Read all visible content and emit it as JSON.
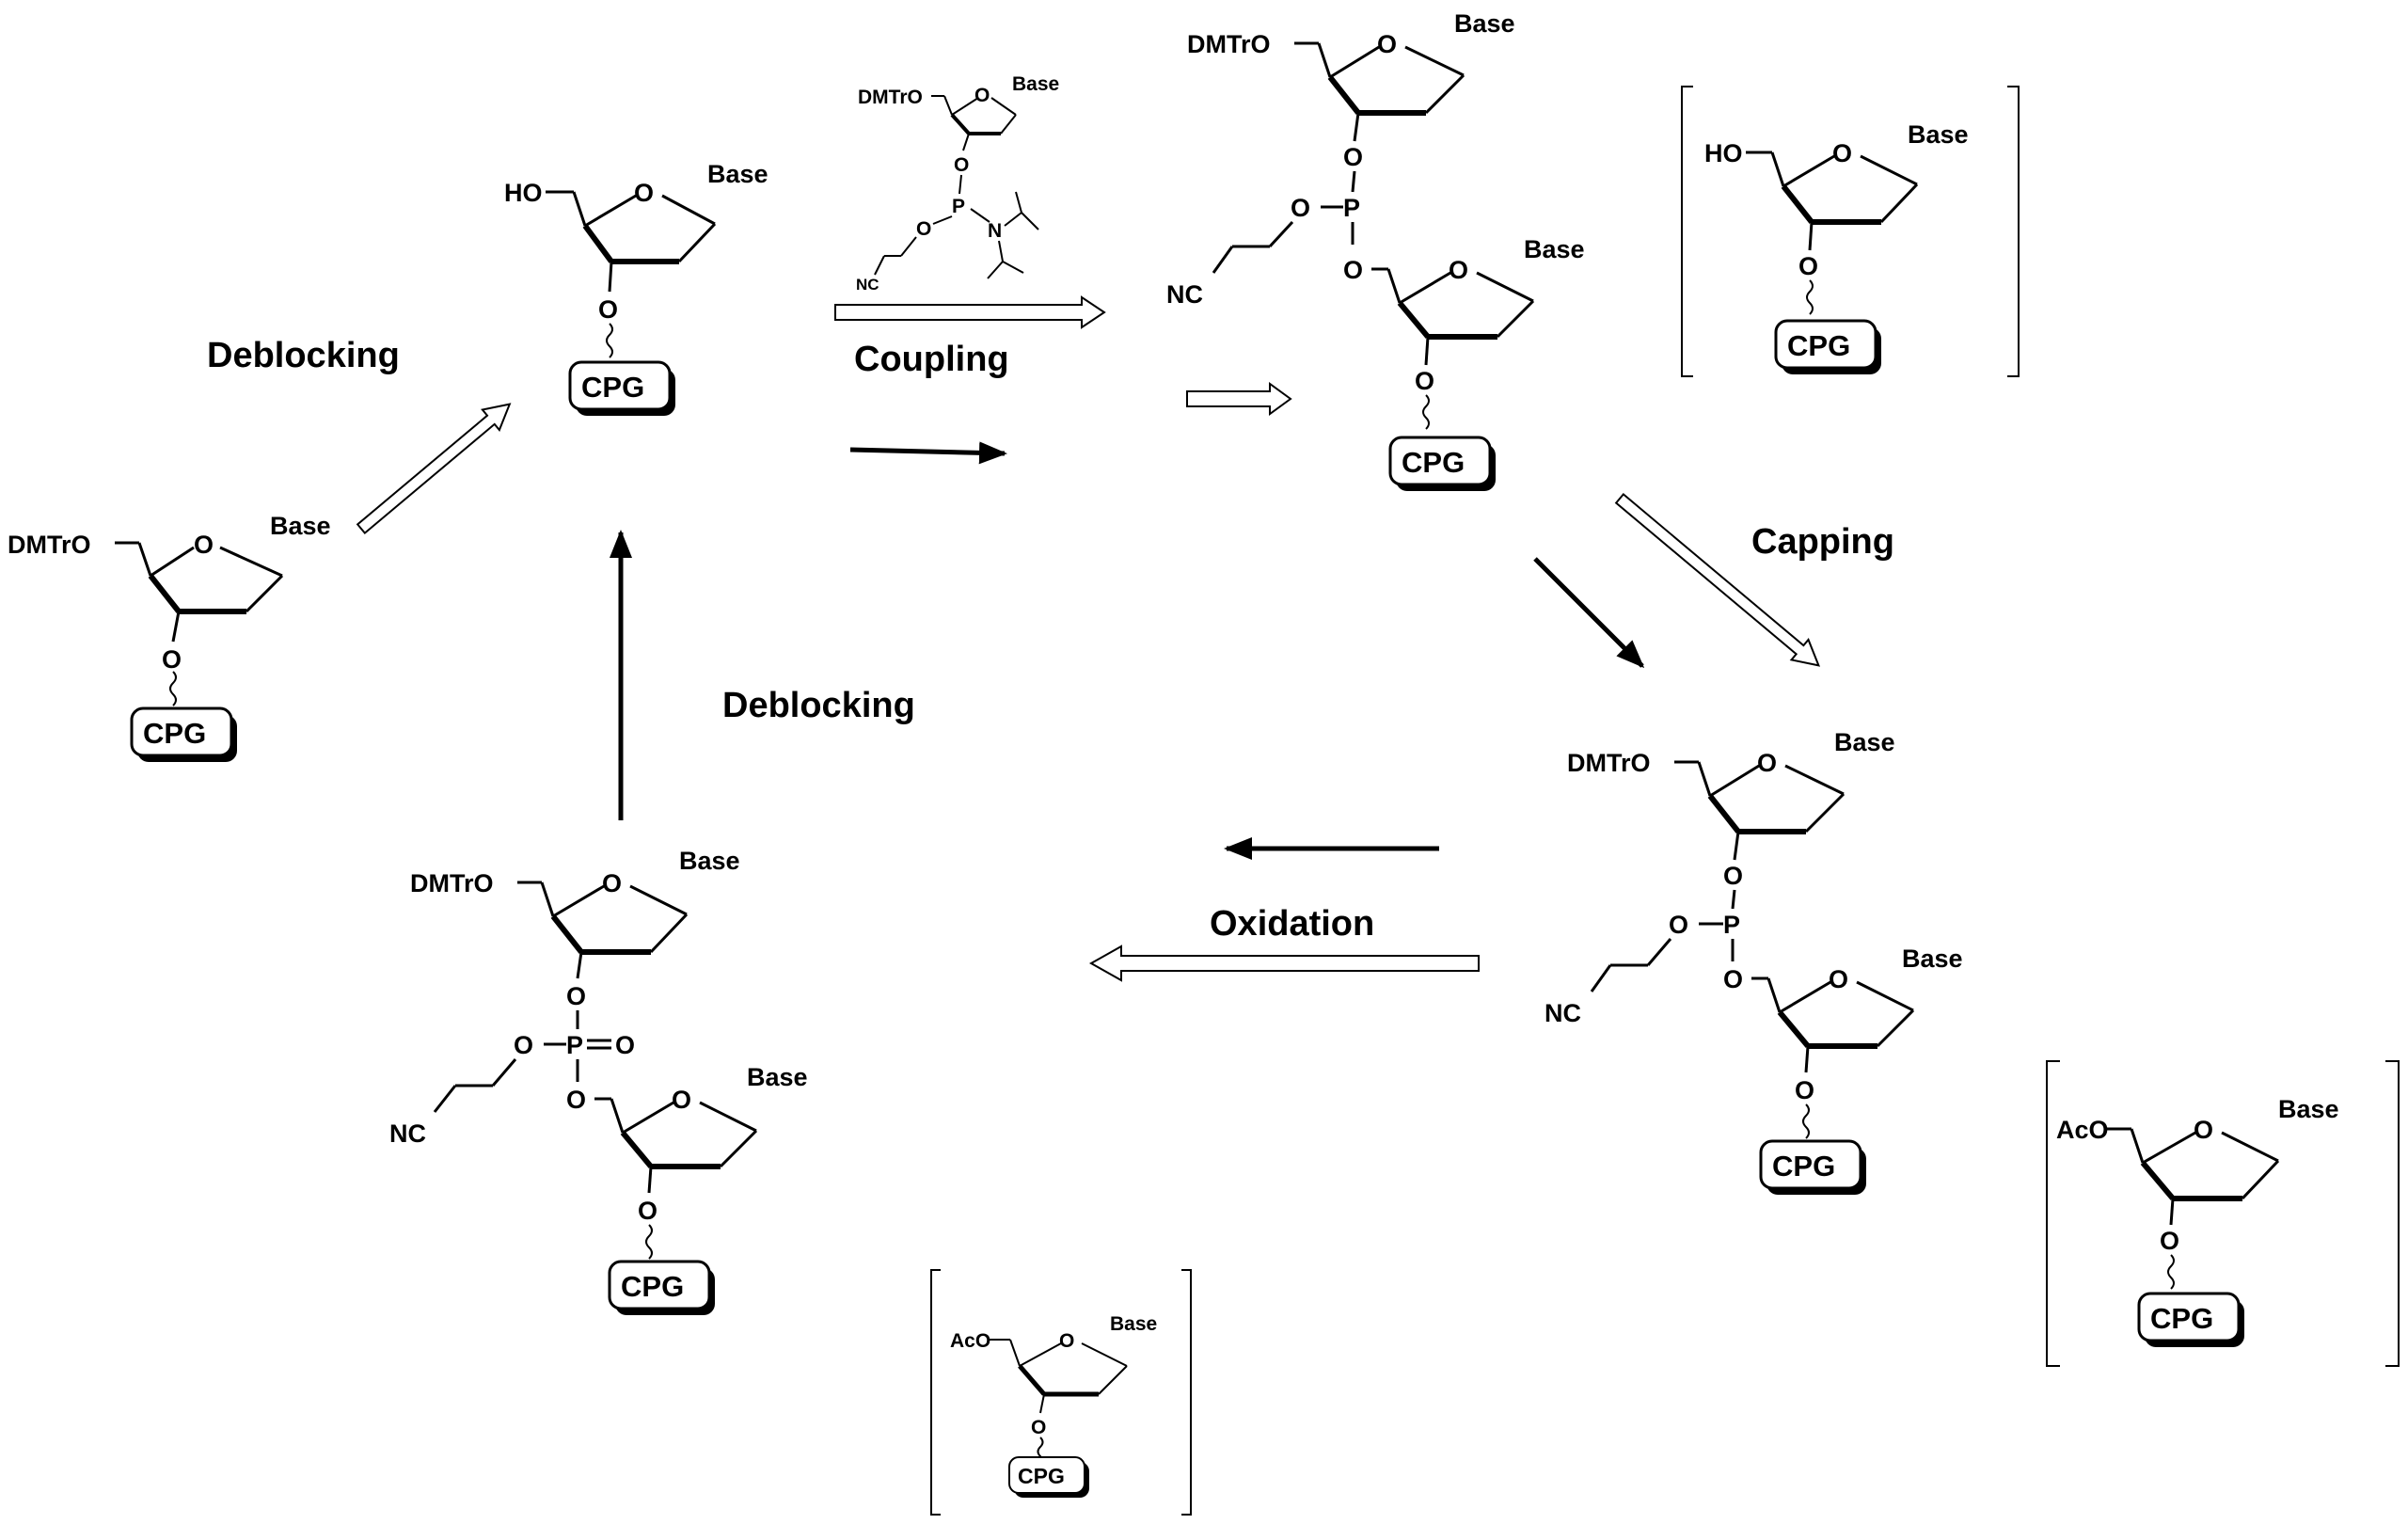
{
  "steps": {
    "deblocking_1": "Deblocking",
    "coupling": "Coupling",
    "capping": "Capping",
    "oxidation": "Oxidation",
    "deblocking_2": "Deblocking"
  },
  "labels": {
    "base": "Base",
    "dmtro": "DMTrO",
    "ho": "HO",
    "aco": "AcO",
    "o": "O",
    "p": "P",
    "n": "N",
    "nc": "NC",
    "cpg": "CPG"
  },
  "colors": {
    "ink": "#000000",
    "paper": "#ffffff"
  }
}
